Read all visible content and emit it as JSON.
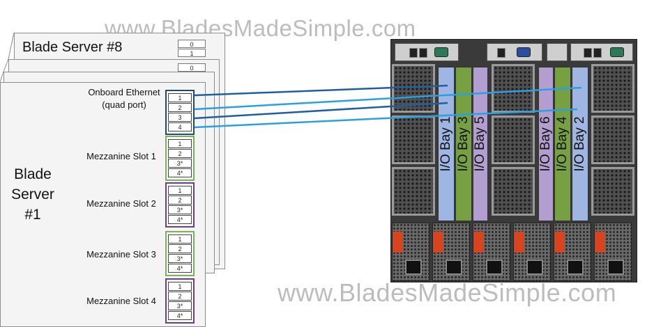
{
  "watermark": "www.BladesMadeSimple.com",
  "back_server": {
    "title": "Blade Server #8",
    "mini_ports": [
      "0",
      "1"
    ]
  },
  "middle_server": {
    "mini_ports": [
      "0"
    ]
  },
  "front_server": {
    "title_lines": [
      "Blade",
      "Server",
      "#1"
    ],
    "groups": [
      {
        "label_lines": [
          "Onboard Ethernet",
          "(quad port)"
        ],
        "ports": [
          "1",
          "2",
          "3",
          "4"
        ],
        "color": "#1f497d"
      },
      {
        "label_lines": [
          "Mezzanine Slot 1"
        ],
        "ports": [
          "1",
          "2",
          "3*",
          "4*"
        ],
        "color": "#77b255"
      },
      {
        "label_lines": [
          "Mezzanine Slot 2"
        ],
        "ports": [
          "1",
          "2",
          "3*",
          "4*"
        ],
        "color": "#6a3d8f"
      },
      {
        "label_lines": [
          "Mezzanine Slot 3"
        ],
        "ports": [
          "1",
          "2",
          "3*",
          "4*"
        ],
        "color": "#77b255"
      },
      {
        "label_lines": [
          "Mezzanine Slot 4"
        ],
        "ports": [
          "1",
          "2",
          "3*",
          "4*"
        ],
        "color": "#6a3d8f"
      }
    ]
  },
  "io_bays": [
    {
      "label": "I/O Bay 1",
      "color": "#9fb6e3"
    },
    {
      "label": "I/O Bay 3",
      "color": "#77a043"
    },
    {
      "label": "I/O Bay 5",
      "color": "#b39fcf"
    },
    {
      "label": "I/O Bay 6",
      "color": "#b39fcf"
    },
    {
      "label": "I/O Bay 4",
      "color": "#77a043"
    },
    {
      "label": "I/O Bay 2",
      "color": "#9fb6e3"
    }
  ],
  "connection_colors": {
    "dark": "#1f5fa0",
    "light": "#2aa0e0"
  }
}
